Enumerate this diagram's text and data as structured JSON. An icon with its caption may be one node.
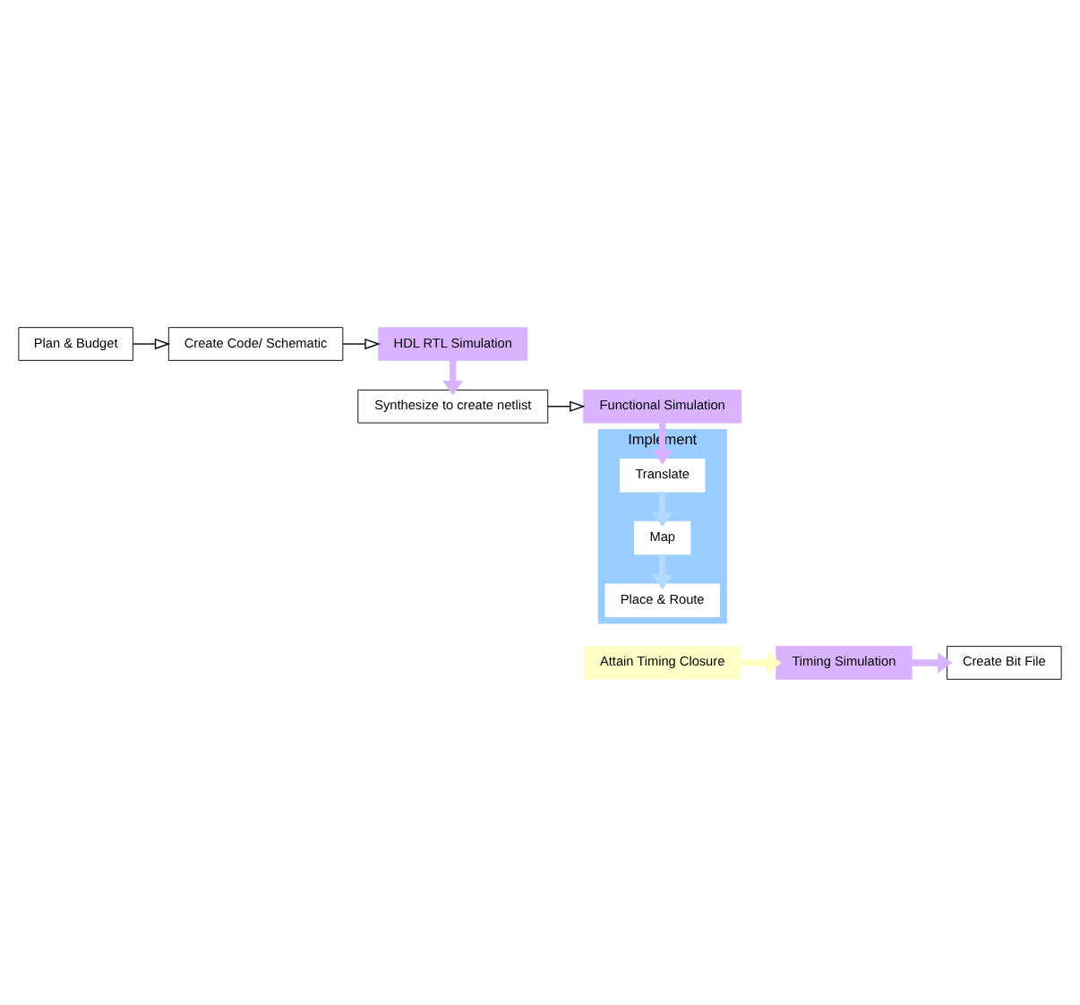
{
  "diagram": {
    "nodes": [
      {
        "text": [
          "Plan & Budget"
        ]
      },
      {
        "text": [
          "Create Code/ Schematic"
        ]
      },
      {
        "text": [
          "HDL RTL Simulation"
        ]
      },
      {
        "text": [
          "Synthesize to create netlist"
        ]
      },
      {
        "text": [
          "Functional Simulation"
        ]
      },
      {
        "text": [
          "Implement"
        ]
      },
      {
        "text": [
          "Translate"
        ],
        "in": 5
      },
      {
        "text": [
          "Map"
        ],
        "in": 5
      },
      {
        "text": [
          "Place & Route"
        ],
        "in": 5
      },
      {
        "text": [
          "Attain Timing Closure"
        ]
      },
      {
        "text": [
          "Timing Simulation"
        ]
      },
      {
        "text": [
          "Create Bit File"
        ]
      }
    ],
    "edges": [
      {
        "from": 0,
        "to": 1,
        "arrow": "to"
      },
      {
        "from": 1,
        "to": 2,
        "arrow": "to"
      },
      {
        "from": 2,
        "to": 3,
        "arrow": "to",
        "color": "#d9b3ff"
      },
      {
        "from": 3,
        "to": 4,
        "arrow": "to"
      },
      {
        "from": 4,
        "to": 6,
        "arrow": "to",
        "color": "#d9b3ff"
      },
      {
        "from": 6,
        "to": 7,
        "arrow": "to",
        "color": "#b3d9ff"
      },
      {
        "from": 7,
        "to": 8,
        "arrow": "to",
        "color": "#b3d9ff"
      },
      {
        "from": 9,
        "to": 10,
        "arrow": "to",
        "color": "#ffffc0"
      },
      {
        "from": 10,
        "to": 11,
        "arrow": "to",
        "color": "#d9b3ff"
      }
    ]
  }
}
